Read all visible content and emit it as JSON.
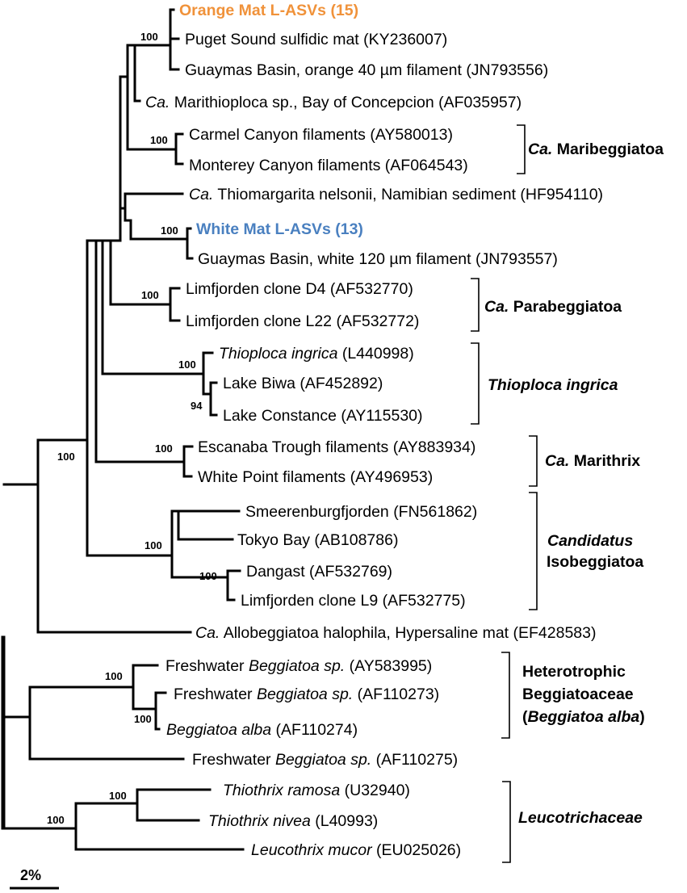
{
  "accent_colors": {
    "orange_group": "#f0923a",
    "white_group": "#4a80c0"
  },
  "leaves": [
    {
      "id": "orange",
      "text": "Orange Mat L-ASVs (15)",
      "color": "#f0923a"
    },
    {
      "id": "puget",
      "parts": [
        "Puget Sound sulfidic mat (KY236007)"
      ]
    },
    {
      "id": "guay_or",
      "parts": [
        "Guaymas Basin, orange 40 µm filament (JN793556)"
      ]
    },
    {
      "id": "marithioploca",
      "italic_prefix": "Ca.",
      "parts": [
        " Marithioploca sp., Bay of Concepcion (AF035957)"
      ]
    },
    {
      "id": "carmel",
      "parts": [
        "Carmel Canyon filaments (AY580013)"
      ]
    },
    {
      "id": "monterey",
      "parts": [
        "Monterey Canyon filaments (AF064543)"
      ]
    },
    {
      "id": "thiomargarita",
      "italic_prefix": "Ca.",
      "parts": [
        " Thiomargarita nelsonii, Namibian sediment (HF954110)"
      ]
    },
    {
      "id": "white",
      "text": "White Mat L-ASVs (13)",
      "color": "#4a80c0"
    },
    {
      "id": "guay_wh",
      "parts": [
        "Guaymas Basin, white 120 µm filament (JN793557)"
      ]
    },
    {
      "id": "limD4",
      "parts": [
        "Limfjorden clone D4 (AF532770)"
      ]
    },
    {
      "id": "limL22",
      "parts": [
        "Limfjorden clone L22 (AF532772)"
      ]
    },
    {
      "id": "thioploca",
      "italic_prefix": "Thioploca ingrica",
      "parts": [
        " (L440998)"
      ]
    },
    {
      "id": "biwa",
      "parts": [
        "Lake Biwa (AF452892)"
      ]
    },
    {
      "id": "constance",
      "parts": [
        "Lake Constance (AY115530)"
      ]
    },
    {
      "id": "escanaba",
      "parts": [
        "Escanaba Trough filaments (AY883934)"
      ]
    },
    {
      "id": "whitepoint",
      "parts": [
        "White Point filaments (AY496953)"
      ]
    },
    {
      "id": "smeeren",
      "parts": [
        "Smeerenburgfjorden (FN561862)"
      ]
    },
    {
      "id": "tokyo",
      "parts": [
        "Tokyo Bay (AB108786)"
      ]
    },
    {
      "id": "dangast",
      "parts": [
        "Dangast (AF532769)"
      ]
    },
    {
      "id": "limL9",
      "parts": [
        "Limfjorden clone L9 (AF532775)"
      ]
    },
    {
      "id": "allobeg",
      "italic_prefix": "Ca.",
      "parts": [
        " Allobeggiatoa halophila, Hypersaline mat (EF428583)"
      ]
    },
    {
      "id": "fw1",
      "pre": "Freshwater ",
      "italic_mid": "Beggiatoa sp.",
      "post": " (AY583995)"
    },
    {
      "id": "fw2",
      "pre": "Freshwater ",
      "italic_mid": "Beggiatoa sp.",
      "post": " (AF110273)"
    },
    {
      "id": "alba",
      "pre": "",
      "italic_mid": "Beggiatoa alba",
      "post": " (AF110274)"
    },
    {
      "id": "fw3",
      "pre": "Freshwater ",
      "italic_mid": "Beggiatoa sp.",
      "post": " (AF110275)"
    },
    {
      "id": "ramosa",
      "pre": "",
      "italic_mid": "Thiothrix ramosa",
      "post": " (U32940)"
    },
    {
      "id": "nivea",
      "pre": "",
      "italic_mid": "Thiothrix nivea",
      "post": " (L40993)"
    },
    {
      "id": "leucothrix",
      "pre": "",
      "italic_mid": "Leucothrix mucor",
      "post": " (EU025026)"
    }
  ],
  "bootstrap": {
    "orange_node": "100",
    "carmel_node": "100",
    "white_node": "100",
    "limfjorden_node": "100",
    "thioploca_node": "100",
    "biwa_node": "94",
    "escanaba_node": "100",
    "isobeggiatoa_node": "100",
    "dangast_node": "100",
    "marine_node": "100",
    "fw_node": "100",
    "alba_node": "100",
    "ramosa_node": "100",
    "leuco_node": "100"
  },
  "clades": {
    "maribeggiatoa": {
      "italic": "Ca.",
      "rest": " Maribeggiatoa"
    },
    "parabeggiatoa": {
      "italic": "Ca.",
      "rest": " Parabeggiatoa"
    },
    "thioploca": {
      "italic": "Thioploca ingrica",
      "rest": ""
    },
    "marithrix": {
      "italic": "Ca.",
      "rest": " Marithrix"
    },
    "isobeggiatoa_1": "Candidatus",
    "isobeggiatoa_2": "Isobeggiatoa",
    "hetero_1": "Heterotrophic",
    "hetero_2": "Beggiatoaceae",
    "hetero_3_pre": "(",
    "hetero_3_it": "Beggiatoa alba",
    "hetero_3_post": ")",
    "leucotrichaceae": "Leucotrichaceae"
  },
  "scale": {
    "label": "2%"
  }
}
